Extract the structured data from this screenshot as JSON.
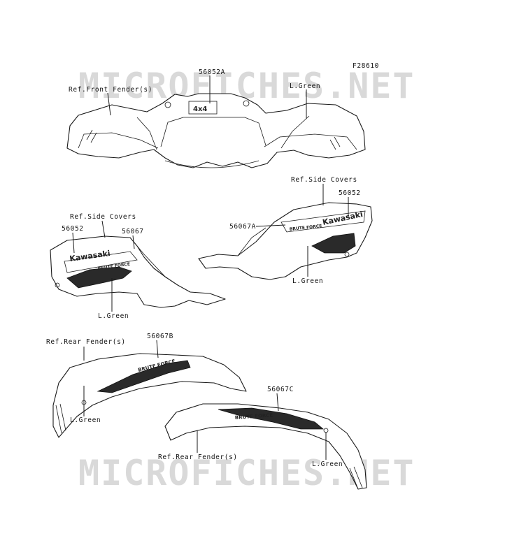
{
  "diagram": {
    "figure_id": "F28610",
    "watermark": "MICROFICHES.NET",
    "callouts": {
      "front_part_no": "56052A",
      "front_ref": "Ref.Front Fender(s)",
      "front_color": "L.Green",
      "left_side_ref": "Ref.Side Covers",
      "left_side_part_a": "56052",
      "left_side_part_b": "56067",
      "left_side_color": "L.Green",
      "right_side_ref": "Ref.Side Covers",
      "right_side_part_a": "56052",
      "right_side_part_b": "56067A",
      "right_side_color": "L.Green",
      "rear_left_ref": "Ref.Rear Fender(s)",
      "rear_left_part": "56067B",
      "rear_left_color": "L.Green",
      "rear_right_ref": "Ref.Rear Fender(s)",
      "rear_right_part": "56067C",
      "rear_right_color": "L.Green"
    },
    "decal_text": {
      "brand": "Kawasaki",
      "model": "BRUTE FORCE",
      "badge": "4x4"
    }
  },
  "colors": {
    "line": "#1a1a1a",
    "watermark": "#d6d6d6",
    "decal_dark": "#2a2a2a"
  }
}
